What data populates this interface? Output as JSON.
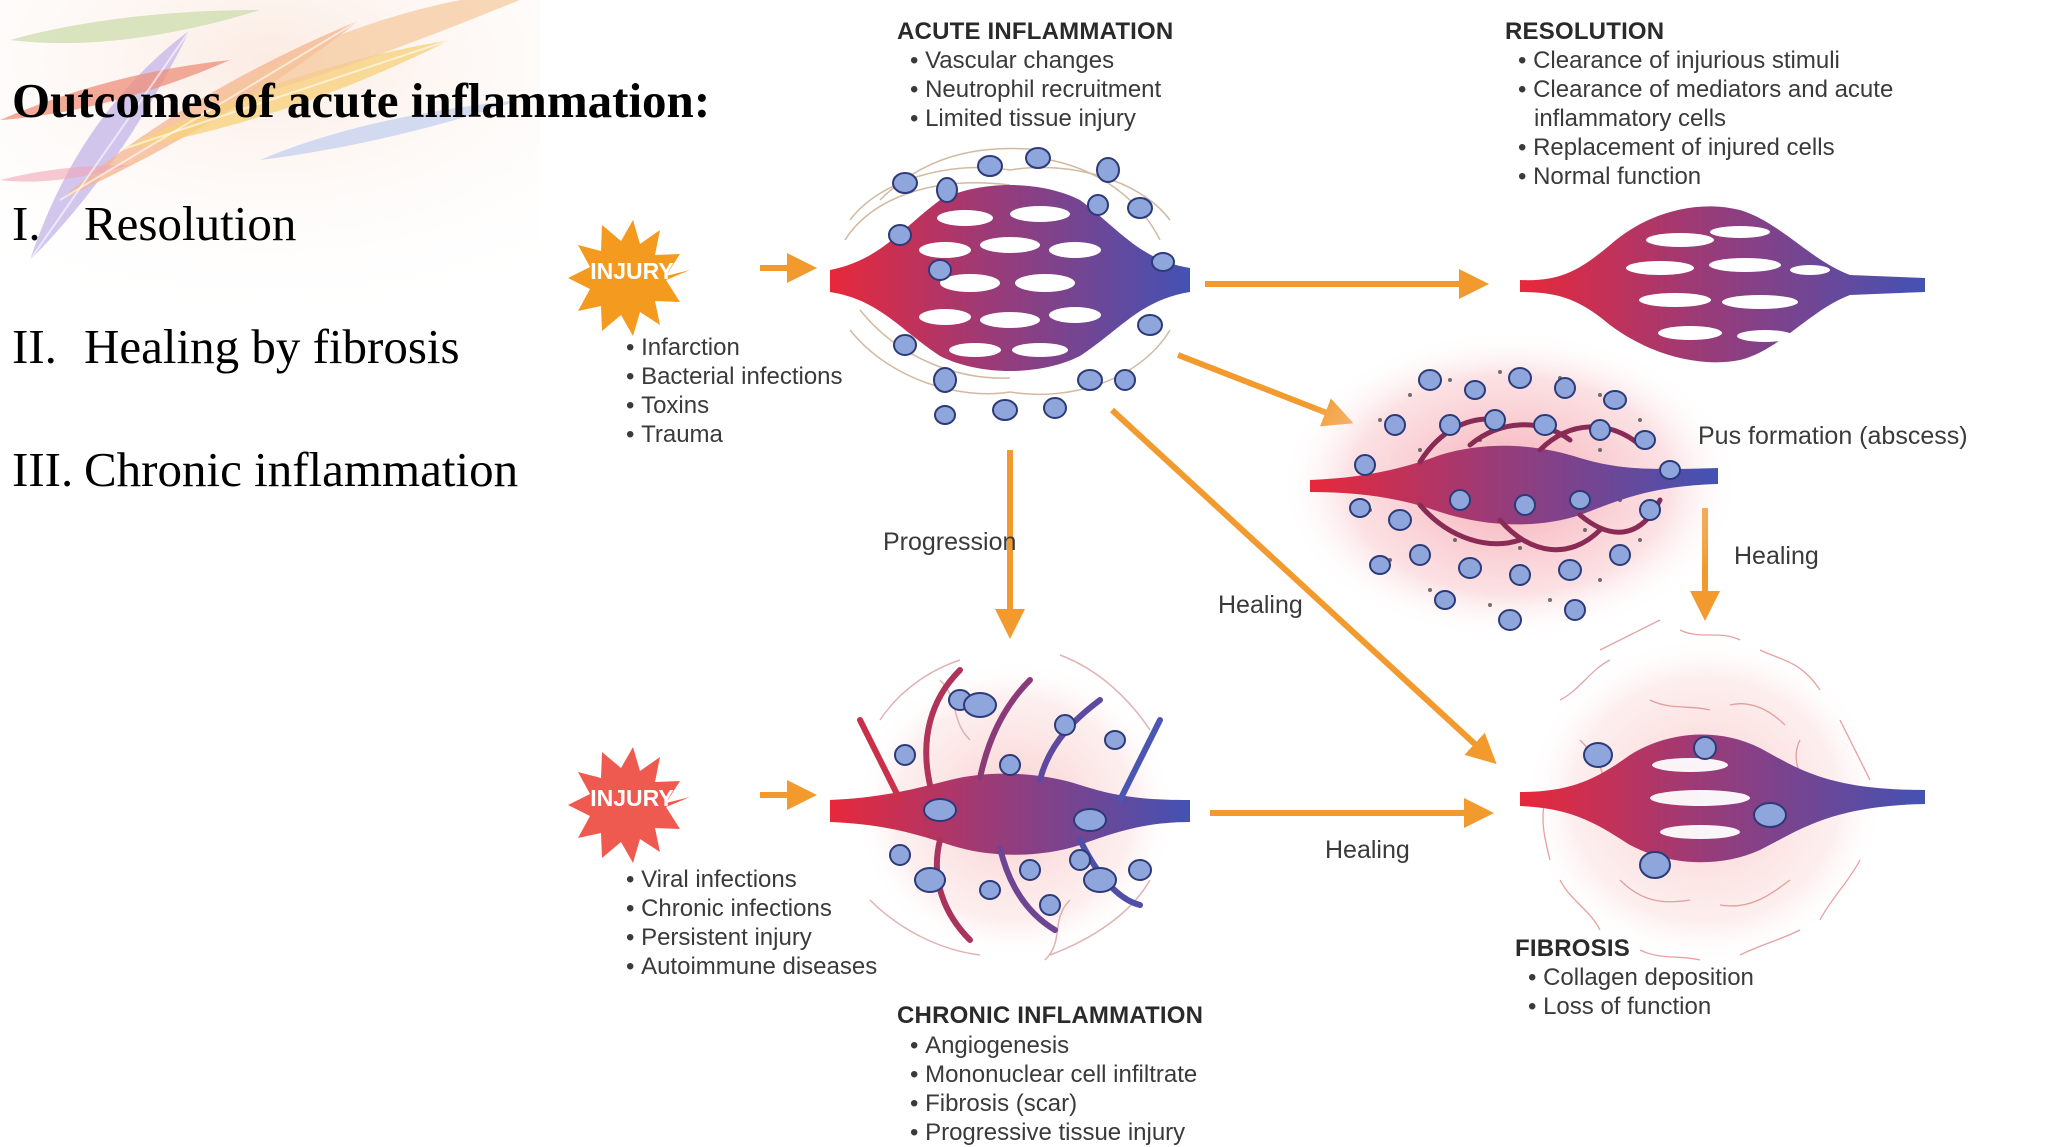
{
  "title": "Outcomes of acute inflammation:",
  "outcomes": [
    {
      "num": "I.",
      "text": "Resolution"
    },
    {
      "num": "II.",
      "text": "Healing by fibrosis"
    },
    {
      "num": "III.",
      "text": "Chronic inflammation"
    }
  ],
  "diagram": {
    "injury_label": "INJURY",
    "acute": {
      "heading": "ACUTE INFLAMMATION",
      "items": [
        "Vascular changes",
        "Neutrophil recruitment",
        "Limited tissue injury"
      ]
    },
    "acute_causes": [
      "Infarction",
      "Bacterial infections",
      "Toxins",
      "Trauma"
    ],
    "resolution": {
      "heading": "RESOLUTION",
      "items": [
        "Clearance of injurious stimuli",
        "Clearance of mediators and acute",
        "inflammatory cells",
        "Replacement of injured cells",
        "Normal function"
      ]
    },
    "pus_label": "Pus formation (abscess)",
    "progression_label": "Progression",
    "healing_label": "Healing",
    "chronic_causes": [
      "Viral infections",
      "Chronic infections",
      "Persistent injury",
      "Autoimmune diseases"
    ],
    "chronic": {
      "heading": "CHRONIC INFLAMMATION",
      "items": [
        "Angiogenesis",
        "Mononuclear cell infiltrate",
        "Fibrosis (scar)",
        "Progressive tissue injury"
      ]
    },
    "fibrosis": {
      "heading": "FIBROSIS",
      "items": [
        "Collagen deposition",
        "Loss of function"
      ]
    },
    "colors": {
      "arrow": "#f29a2e",
      "injury_orange": "#f39a1f",
      "injury_red": "#ef5a50",
      "artery": "#e32c3a",
      "vein": "#4a56b0",
      "cell": "#8fa6dc"
    }
  }
}
